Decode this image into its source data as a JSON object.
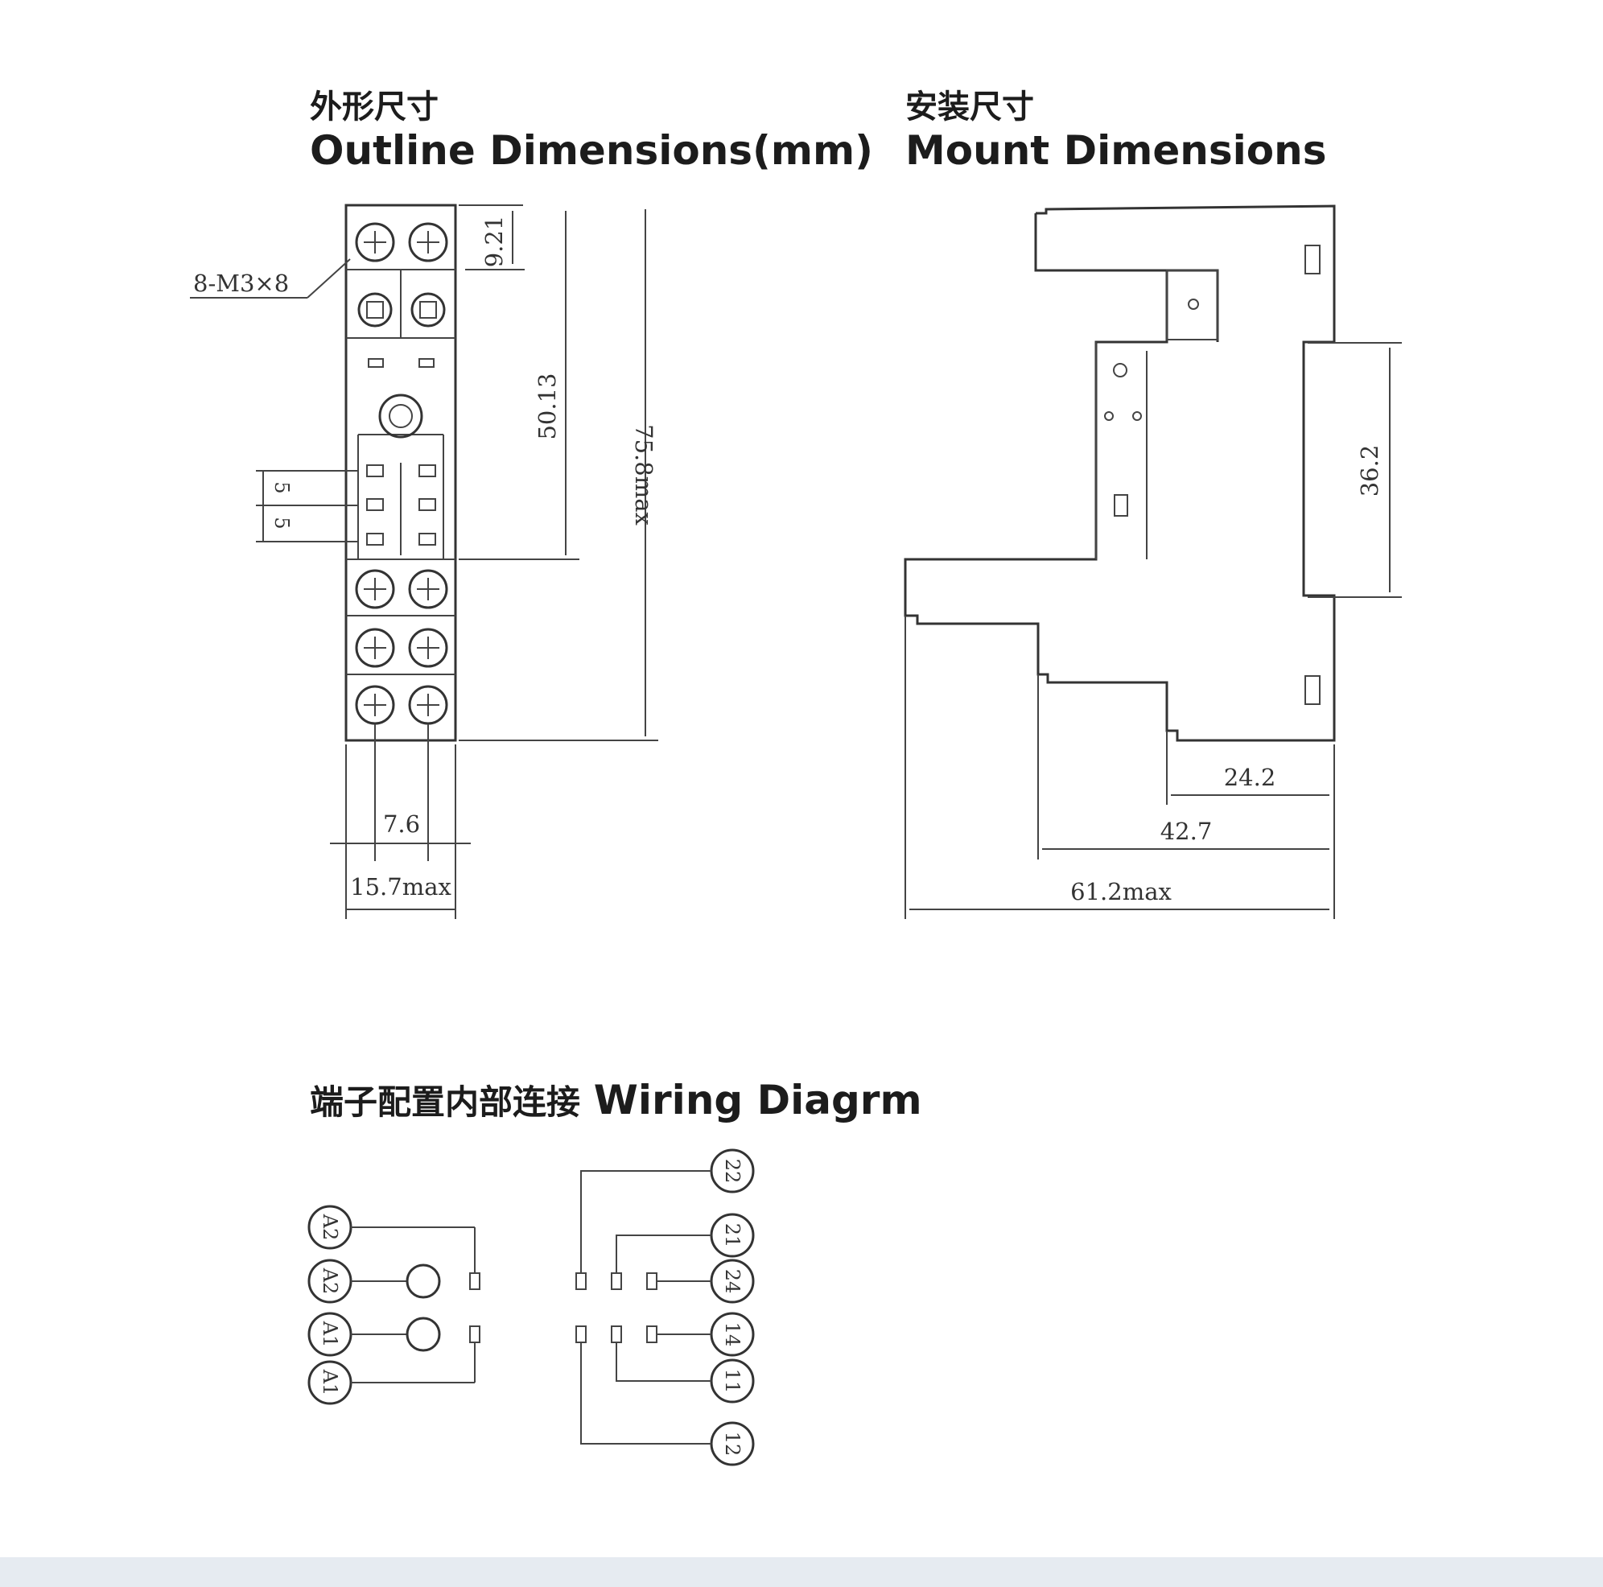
{
  "outline": {
    "title_cn": "外形尺寸",
    "title_en": "Outline Dimensions(mm)",
    "dims": {
      "top_terminal": "9.21",
      "screw_label": "8-M3×8",
      "socket_height": "50.13",
      "overall_height": "75.8max",
      "pin_pitch": "7.6",
      "overall_width": "15.7max",
      "pin_spacing": "5"
    }
  },
  "mount": {
    "title_cn": "安装尺寸",
    "title_en": "Mount Dimensions",
    "dims": {
      "rail_height": "36.2",
      "depth_1": "24.2",
      "depth_2": "42.7",
      "depth_total": "61.2max"
    }
  },
  "wiring": {
    "title_cn": "端子配置内部连接",
    "title_en": "Wiring Diagrm",
    "left_terminals": [
      "A2",
      "A2",
      "A1",
      "A1"
    ],
    "right_terminals": [
      "22",
      "21",
      "24",
      "14",
      "11",
      "12"
    ]
  },
  "colors": {
    "line": "#333333",
    "footer": "#e6ebf1"
  }
}
